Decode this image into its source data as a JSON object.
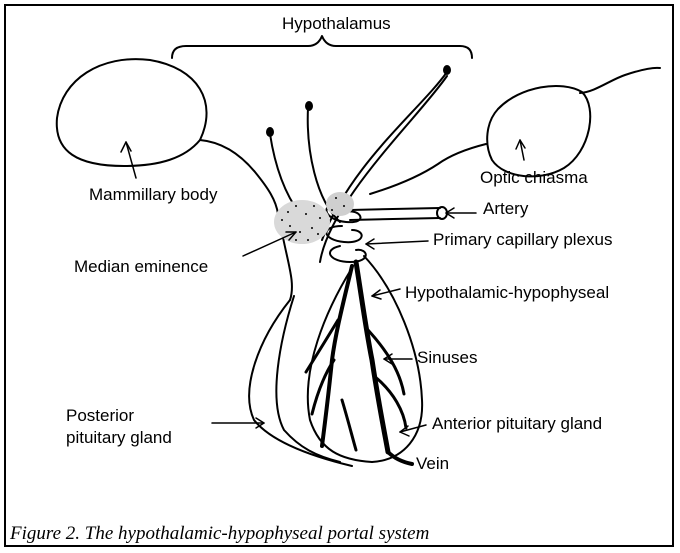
{
  "labels": {
    "hypothalamus": "Hypothalamus",
    "mammillary_body": "Mammillary body",
    "optic_chiasma": "Optic chiasma",
    "artery": "Artery",
    "primary_capillary_plexus": "Primary capillary plexus",
    "median_eminence": "Median eminence",
    "hypothalamic_hypophyseal": "Hypothalamic-hypophyseal",
    "sinuses": "Sinuses",
    "posterior_line1": "Posterior",
    "posterior_line2": "pituitary gland",
    "anterior_pituitary_gland": "Anterior pituitary gland",
    "vein": "Vein"
  },
  "caption": "Figure 2. The hypothalamic-hypophyseal portal system"
}
